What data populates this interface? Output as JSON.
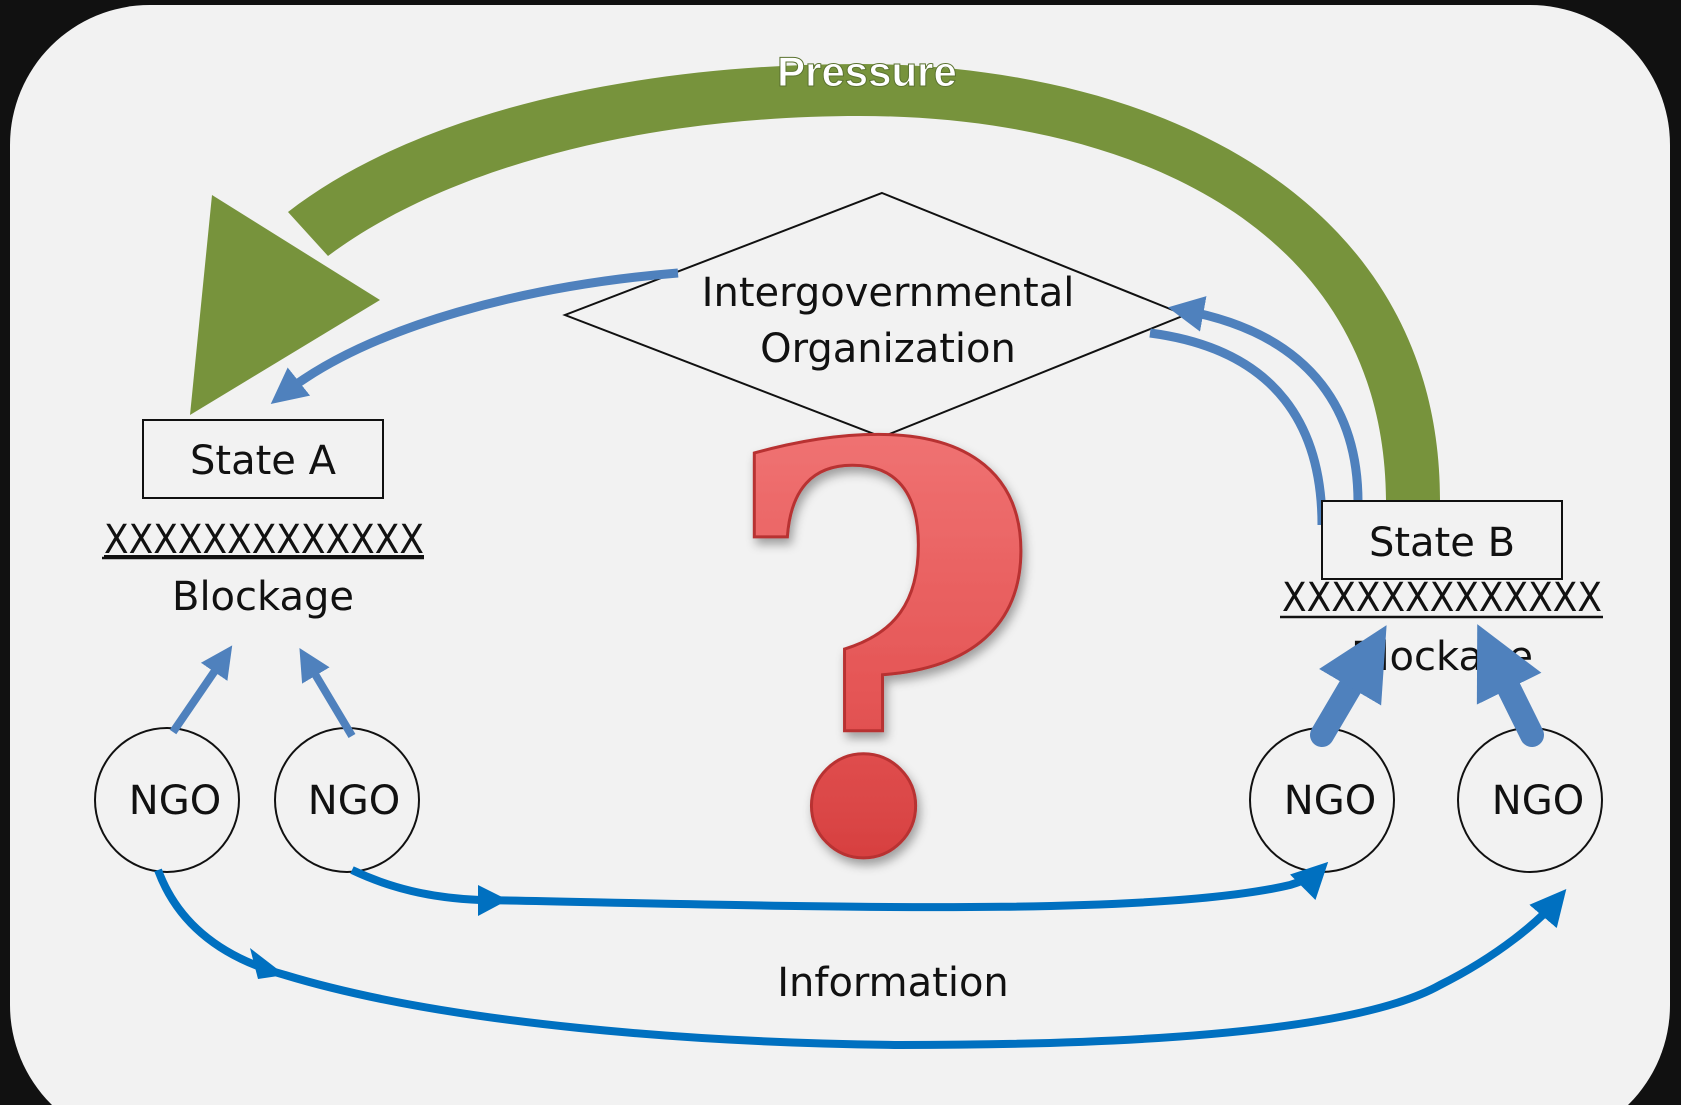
{
  "diagram": {
    "pressure_label": "Pressure",
    "igo_label_line1": "Intergovernmental",
    "igo_label_line2": "Organization",
    "state_a_label": "State A",
    "state_b_label": "State B",
    "blockage_marks_a": "XXXXXXXXXXXXX",
    "blockage_marks_b": "XXXXXXXXXXXXX",
    "blockage_label_a": "Blockage",
    "blockage_label_b": "Blockage",
    "ngo_labels": [
      "NGO",
      "NGO",
      "NGO",
      "NGO"
    ],
    "information_label": "Information",
    "question_mark": "?"
  },
  "colors": {
    "background": "#f2f2f2",
    "frame": "#111111",
    "pressure_arrow": "#77933c",
    "influence_arrow": "#4f81bd",
    "information_arrow": "#0070c0",
    "question_mark": "#e05555"
  },
  "icons": {
    "center": "question-mark-icon"
  }
}
